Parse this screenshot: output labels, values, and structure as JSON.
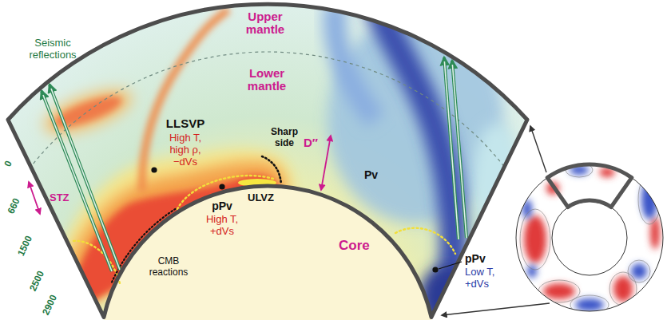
{
  "diagram": {
    "labels": [
      "Upper mantle",
      "Seismic reflections",
      "Lower mantle",
      "LLSVP",
      "High T, high ρ, −dVs",
      "Sharp side",
      "D″",
      "Pv",
      "STZ",
      "pPv",
      "High T, +dVs",
      "ULVZ",
      "CMB reactions",
      "Core",
      "pPv",
      "Low T, +dVs",
      "0",
      "660",
      "1500",
      "2500",
      "2900"
    ]
  }
}
